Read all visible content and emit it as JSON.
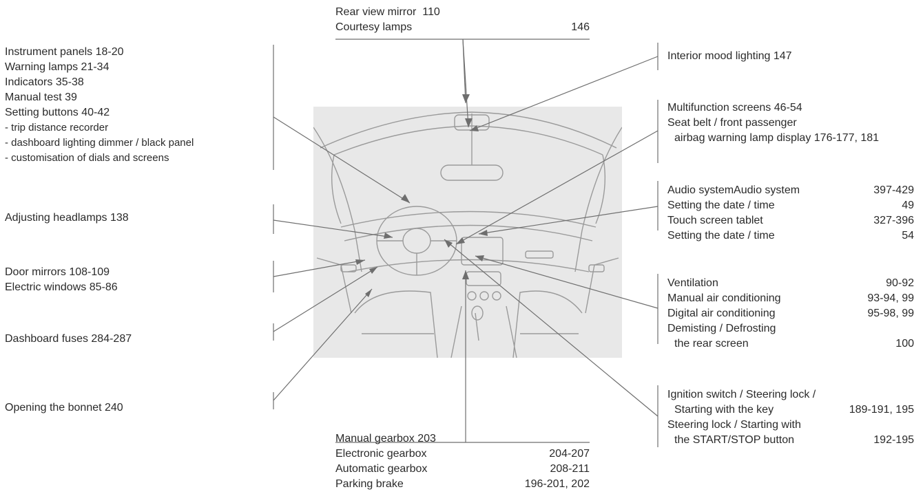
{
  "groups": {
    "rear_mirror": {
      "row1": {
        "label": "Rear view mirror",
        "pages": "110"
      },
      "row2": {
        "label": "Courtesy lamps",
        "pages": "146"
      }
    },
    "instrument": {
      "l1": "Instrument panels  18-20",
      "l2": "Warning lamps  21-34",
      "l3": "Indicators  35-38",
      "l4": "Manual test  39",
      "l5": "Setting buttons  40-42",
      "l6": "- trip distance recorder",
      "l7": "- dashboard lighting dimmer / black panel",
      "l8": "- customisation of dials and screens"
    },
    "headlamps": {
      "l1": "Adjusting headlamps  138"
    },
    "mirrors": {
      "l1": "Door mirrors  108-109",
      "l2": "Electric windows  85-86"
    },
    "fuses": {
      "l1": "Dashboard fuses  284-287"
    },
    "bonnet": {
      "l1": "Opening the bonnet  240"
    },
    "mood": {
      "l1": "Interior mood lighting  147"
    },
    "multifunction": {
      "l1": "Multifunction screens  46-54",
      "l2": "Seat belt / front passenger",
      "l3": "airbag warning lamp display  176-177, 181"
    },
    "audio": {
      "r1": {
        "label": "Audio systemAudio system",
        "pages": "397-429"
      },
      "r2": {
        "label": "Setting the date / time",
        "pages": "49"
      },
      "r3": {
        "label": "Touch screen tablet",
        "pages": "327-396"
      },
      "r4": {
        "label": "Setting the date / time",
        "pages": "54"
      }
    },
    "ventilation": {
      "r1": {
        "label": "Ventilation",
        "pages": "90-92"
      },
      "r2": {
        "label": "Manual air conditioning",
        "pages": "93-94, 99"
      },
      "r3": {
        "label": "Digital air conditioning",
        "pages": "95-98, 99"
      },
      "r4": {
        "label": "Demisting / Defrosting",
        "pages": ""
      },
      "r5": {
        "label": "the rear screen",
        "pages": "100"
      }
    },
    "ignition": {
      "r1": {
        "label": "Ignition switch / Steering lock /",
        "pages": ""
      },
      "r2": {
        "label": "Starting with the key",
        "pages": "189-191, 195"
      },
      "r3": {
        "label": "Steering lock / Starting with",
        "pages": ""
      },
      "r4": {
        "label": "the START/STOP button",
        "pages": "192-195"
      }
    },
    "gearbox": {
      "r1": {
        "label": "Manual gearbox  203",
        "pages": ""
      },
      "r2": {
        "label": "Electronic gearbox",
        "pages": "204-207"
      },
      "r3": {
        "label": "Automatic gearbox",
        "pages": "208-211"
      },
      "r4": {
        "label": "Parking brake",
        "pages": "196-201, 202"
      }
    }
  },
  "colors": {
    "line": "#6e6e6e",
    "text": "#2a2a2a",
    "photo_bg": "#e8e8e8",
    "sketch": "#9a9a9a"
  },
  "picture": {
    "name": "car-interior-illustration"
  }
}
